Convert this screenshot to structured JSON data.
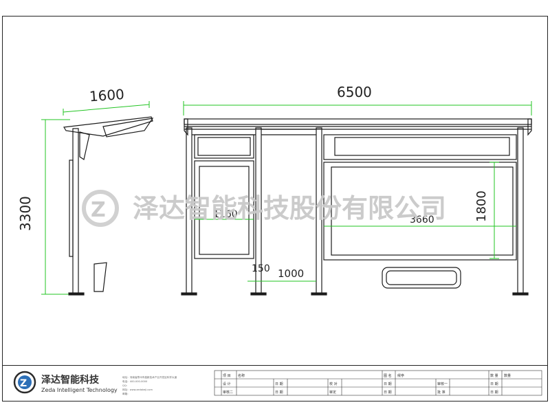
{
  "drawing": {
    "side_view": {
      "width_dim": "1600",
      "height_dim": "3300"
    },
    "front_view": {
      "overall_width_dim": "6500",
      "left_panel_dim": "1160",
      "right_panel_width_dim": "3660",
      "right_panel_height_dim": "1800",
      "post_dim": "150",
      "gap_dim": "1000"
    }
  },
  "watermark": {
    "text": "泽达智能科技股份有限公司"
  },
  "title_block": {
    "company_cn": "泽达智能科技",
    "company_en": "Zeda Intelligent Technology",
    "contact_lines": [
      "地址：河南省郑州市高新技术产业开发区科学大道",
      "电话：400-000-0000",
      "QQ：",
      "网址：www.zedakeji.com",
      "邮箱："
    ],
    "rows": [
      [
        "项 目",
        "名称",
        "",
        "图 名",
        "候亭",
        "",
        "数 量",
        "数量"
      ],
      [
        "设 计",
        "",
        "日 期",
        "校 对",
        "日 期",
        "审核一",
        "日 期",
        ""
      ],
      [
        "审核二",
        "",
        "日 期",
        "审定",
        "日 期",
        "批 准",
        "日 期",
        ""
      ]
    ]
  },
  "colors": {
    "line": "#1a1a1a",
    "dimension": "#22c422",
    "watermark": "#c9c9c9"
  }
}
